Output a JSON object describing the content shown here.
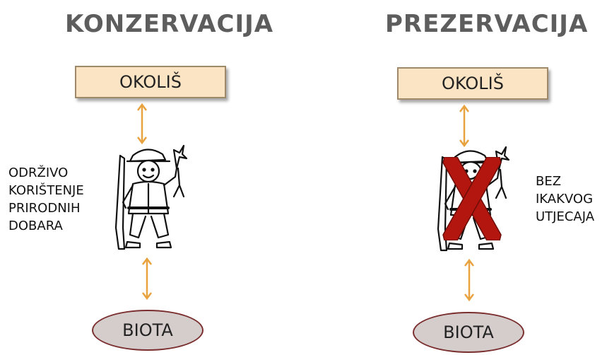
{
  "left": {
    "title": "KONZERVACIJA",
    "top_box": "OKOLIŠ",
    "bottom_ellipse": "BIOTA",
    "side_text": [
      "ODRŽIVO",
      "KORIŠTENJE",
      "PRIRODNIH",
      "DOBARA"
    ]
  },
  "right": {
    "title": "PREZERVACIJA",
    "top_box": "OKOLIŠ",
    "bottom_ellipse": "BIOTA",
    "side_text": [
      "BEZ",
      "IKAKVOG",
      "UTJECAJA"
    ]
  },
  "colors": {
    "arrow": "#e8a23e",
    "box_fill": "#fbe4c3",
    "ellipse_fill": "#d5cccc",
    "cross": "#b3160f"
  },
  "icons": [
    "hunter-figure",
    "red-x-cross"
  ]
}
